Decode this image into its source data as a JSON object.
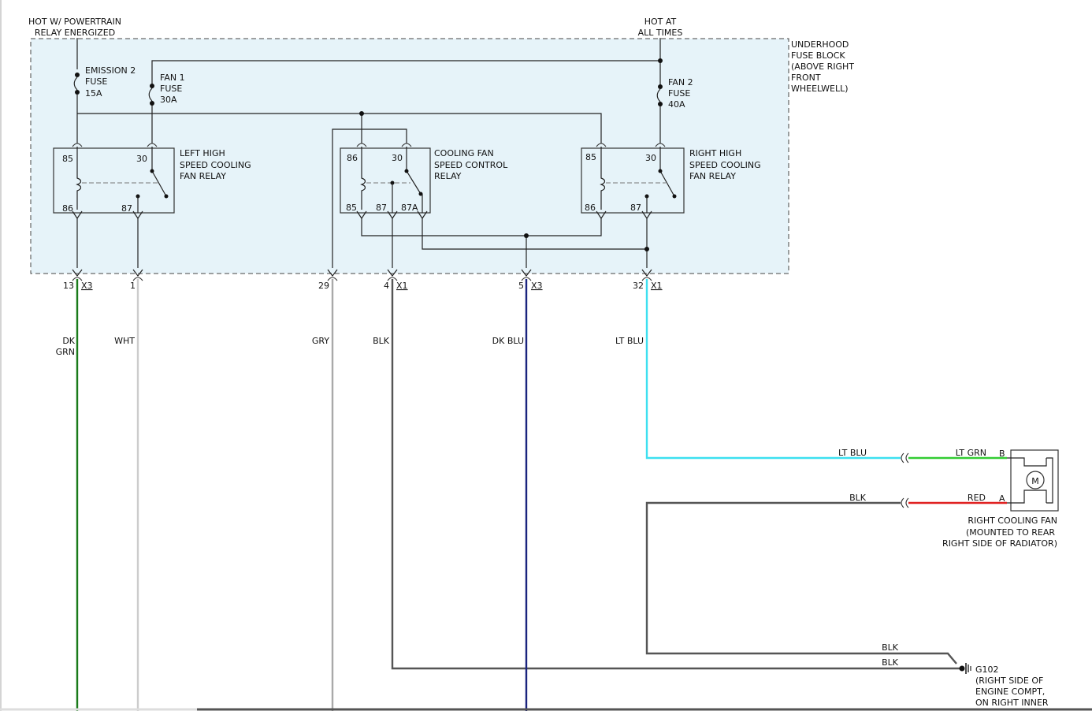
{
  "sources": {
    "hot_powertrain": [
      "HOT W/ POWERTRAIN",
      "RELAY ENERGIZED"
    ],
    "hot_all_times": [
      "HOT AT",
      "ALL TIMES"
    ]
  },
  "fuse_block": [
    "UNDERHOOD",
    "FUSE BLOCK",
    "(ABOVE RIGHT",
    "FRONT",
    "WHEELWELL)"
  ],
  "fuses": {
    "emission2": [
      "EMISSION 2",
      "FUSE",
      "15A"
    ],
    "fan1": [
      "FAN 1",
      "FUSE",
      "30A"
    ],
    "fan2": [
      "FAN 2",
      "FUSE",
      "40A"
    ]
  },
  "relays": {
    "left": {
      "label": [
        "LEFT HIGH",
        "SPEED COOLING",
        "FAN RELAY"
      ],
      "pins": [
        "85",
        "30",
        "86",
        "87"
      ]
    },
    "control": {
      "label": [
        "COOLING FAN",
        "SPEED CONTROL",
        "RELAY"
      ],
      "pins": [
        "86",
        "30",
        "85",
        "87",
        "87A"
      ]
    },
    "right": {
      "label": [
        "RIGHT HIGH",
        "SPEED COOLING",
        "FAN RELAY"
      ],
      "pins": [
        "85",
        "30",
        "86",
        "87"
      ]
    }
  },
  "connectors": {
    "c13": {
      "pin": "13",
      "conn": "X3"
    },
    "c1": {
      "pin": "1"
    },
    "c29": {
      "pin": "29"
    },
    "c4": {
      "pin": "4",
      "conn": "X1"
    },
    "c5": {
      "pin": "5",
      "conn": "X3"
    },
    "c32": {
      "pin": "32",
      "conn": "X1"
    }
  },
  "wires": {
    "dkgrn": [
      "DK",
      "GRN"
    ],
    "wht": "WHT",
    "gry": "GRY",
    "blk": "BLK",
    "dkblu": "DK BLU",
    "ltblu": "LT BLU",
    "ltblu_h": "LT BLU",
    "ltgrn": "LT GRN",
    "blk_a": "BLK",
    "red": "RED",
    "blk_g1": "BLK",
    "blk_g2": "BLK"
  },
  "fan": {
    "pin_b": "B",
    "pin_a": "A",
    "motor": "M",
    "label": [
      "RIGHT COOLING FAN",
      "(MOUNTED TO REAR",
      "RIGHT SIDE OF RADIATOR)"
    ]
  },
  "ground": {
    "label": [
      "G102",
      "(RIGHT SIDE OF",
      "ENGINE COMPT,",
      "ON RIGHT INNER"
    ]
  },
  "colors": {
    "dk_grn": "#1a7a1a",
    "wht": "#cccccc",
    "gry": "#a9a9a9",
    "blk": "#555555",
    "dk_blu": "#1a237e",
    "lt_blu": "#3de0f0",
    "lt_grn": "#33cc33",
    "red": "#e02020",
    "fuse_block_fill": "#e6f3f9"
  }
}
